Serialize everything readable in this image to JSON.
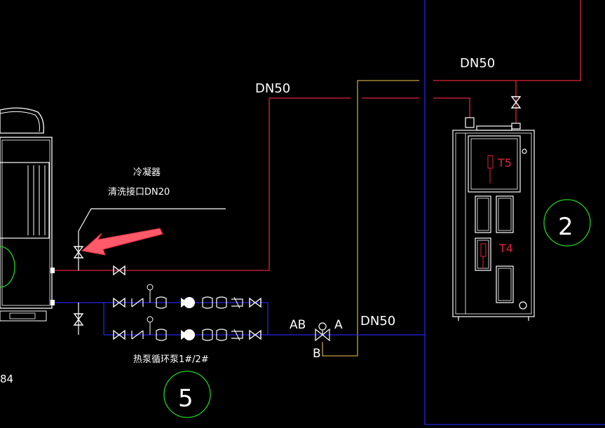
{
  "labels": {
    "dn50_left": "DN50",
    "dn50_right": "DN50",
    "dn50_lower": "DN50",
    "condenser_line1": "冷凝器",
    "condenser_line2": "清洗接口DN20",
    "pump_label": "热泵循环泵1#/2#",
    "port_ab": "AB",
    "port_a": "A",
    "port_b": "B",
    "sensor_t5": "T5",
    "sensor_t4": "T4",
    "circle_2": "2",
    "circle_5": "5",
    "edge_text": "84"
  },
  "colors": {
    "background": "#000000",
    "hot_pipe": "#e0243a",
    "cold_pipe": "#2424e8",
    "bypass_pipe": "#c8a040",
    "equipment": "#ffffff",
    "callout_circle": "#20d020",
    "sensor_text": "#e0243a",
    "arrow": "#ff5a6a"
  }
}
